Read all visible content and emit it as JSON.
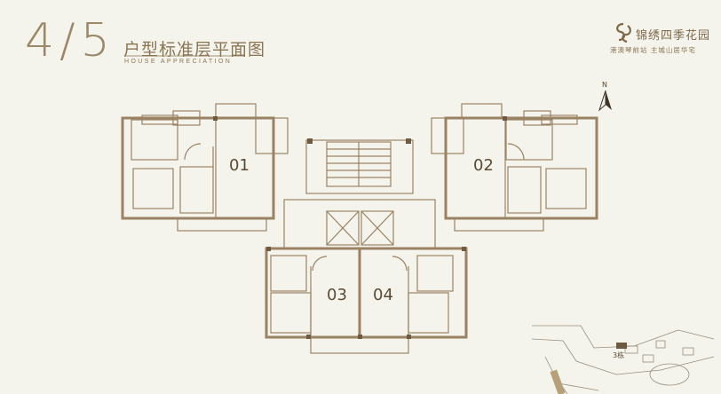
{
  "header": {
    "page_number": "4/5",
    "title": "户型标准层平面图",
    "subtitle": "HOUSE APPRECIATION"
  },
  "brand": {
    "name": "锦绣四季花园",
    "tagline": "港澳琴前站  主城山居华宅",
    "logo_icon": "swirl-logo-icon",
    "color": "#7d6848"
  },
  "compass": {
    "label": "N"
  },
  "units": [
    {
      "id": "unit-01",
      "label": "01"
    },
    {
      "id": "unit-02",
      "label": "02"
    },
    {
      "id": "unit-03",
      "label": "03"
    },
    {
      "id": "unit-04",
      "label": "04"
    }
  ],
  "site_plan": {
    "building_label": "3栋"
  },
  "colors": {
    "background": "#f4f3ec",
    "wall": "#9a8365",
    "accent": "#8a7553"
  }
}
